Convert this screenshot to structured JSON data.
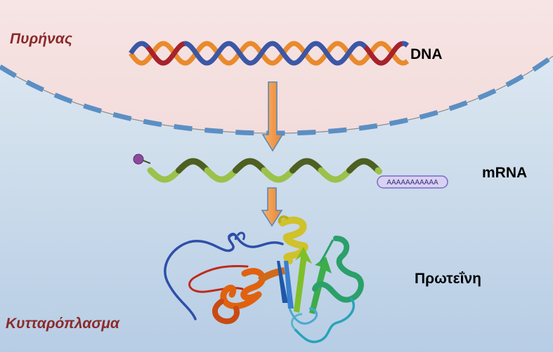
{
  "labels": {
    "nucleus": "Πυρήνας",
    "cytoplasm": "Κυτταρόπλασμα",
    "dna": "DNA",
    "mrna": "mRNA",
    "protein": "Πρωτεΐνη",
    "poly_a_tail": "AAAAAAAAAAA"
  },
  "colors": {
    "nucleus_fill": "#f6e1e1",
    "membrane": "#5b8fc4",
    "region_text": "#8b2a2a",
    "dna_blue": "#3b57a6",
    "dna_orange": "#e98a2c",
    "dna_red": "#a8222a",
    "mrna_dark": "#4e5f22",
    "mrna_light": "#9bc24a",
    "arrow": "#f29b4c",
    "cap": "#8a4a9a",
    "poly_a_fill": "#d8d2f2"
  },
  "icons": {
    "dna": "double-helix",
    "mrna": "single-strand-helix",
    "protein": "ribbon-structure",
    "arrows": "down-arrow"
  }
}
